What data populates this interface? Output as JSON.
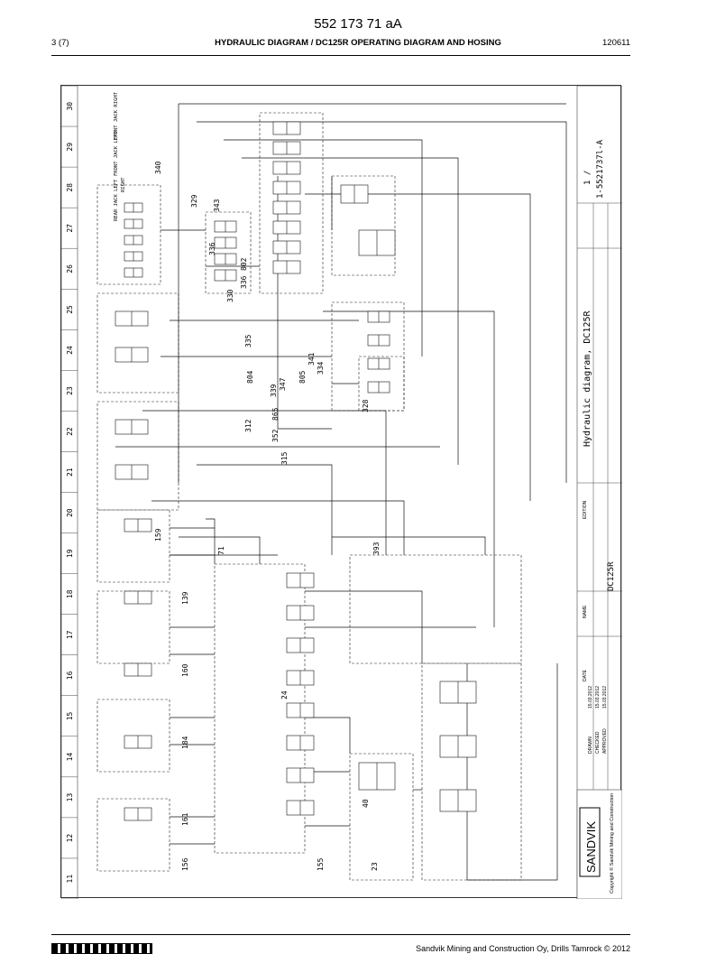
{
  "document": {
    "number": "552 173 71 aA",
    "page": "3 (7)",
    "title": "HYDRAULIC DIAGRAM / DC125R OPERATING DIAGRAM AND HOSING",
    "date_code": "120611"
  },
  "drawing": {
    "grid_columns": [
      "11",
      "12",
      "13",
      "14",
      "15",
      "16",
      "17",
      "18",
      "19",
      "20",
      "21",
      "22",
      "23",
      "24",
      "25",
      "26",
      "27",
      "28",
      "29",
      "30"
    ],
    "title": "Hydraulic diagram, DC125R",
    "model": "DC125R",
    "drawing_number": "1-5521737l-A",
    "sheet": "1 /",
    "brand": "SANDVIK",
    "copyright": "Copyright © Sandvik Mining and Construction",
    "labels": {
      "front_jack_right": "FRONT JACK RIGHT",
      "front_jack_left": "FRONT JACK LEFT",
      "rear_jack_left": "REAR JACK LEFT",
      "rear_jack_right": "RIGHT"
    },
    "component_numbers": [
      "340",
      "329",
      "343",
      "336",
      "330",
      "335",
      "802",
      "336",
      "804",
      "312",
      "339",
      "865",
      "352",
      "347",
      "315",
      "805",
      "341",
      "334",
      "328",
      "393",
      "159",
      "71",
      "139",
      "160",
      "184",
      "24",
      "161",
      "40",
      "156",
      "155",
      "23"
    ],
    "title_block": {
      "date_label": "DATE",
      "name_label": "NAME",
      "rows": [
        "DRAWN",
        "CHECKED",
        "APPROVED"
      ],
      "dates": [
        "15.03.2012",
        "15.03.2012",
        "15.03.2012"
      ],
      "edition_label": "EDITION"
    }
  },
  "footer": {
    "text": "Sandvik Mining and Construction Oy, Drills Tamrock © 2012"
  }
}
